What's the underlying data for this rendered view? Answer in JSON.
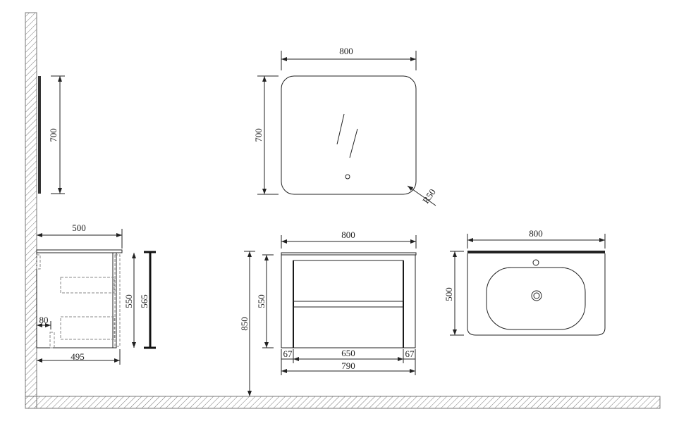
{
  "side_mirror": {
    "height": "700"
  },
  "front_mirror": {
    "width": "800",
    "height": "700",
    "radius": "R50"
  },
  "side_cabinet": {
    "depth_top": "500",
    "height_body": "550",
    "height_total": "565",
    "depth_body": "495",
    "offset": "80"
  },
  "front_cabinet": {
    "height_floor": "850",
    "height_body": "550",
    "leg_left": "67",
    "drawer_width": "650",
    "leg_right": "67",
    "width_body": "790"
  },
  "basin_top": {
    "width": "800",
    "depth": "500"
  }
}
